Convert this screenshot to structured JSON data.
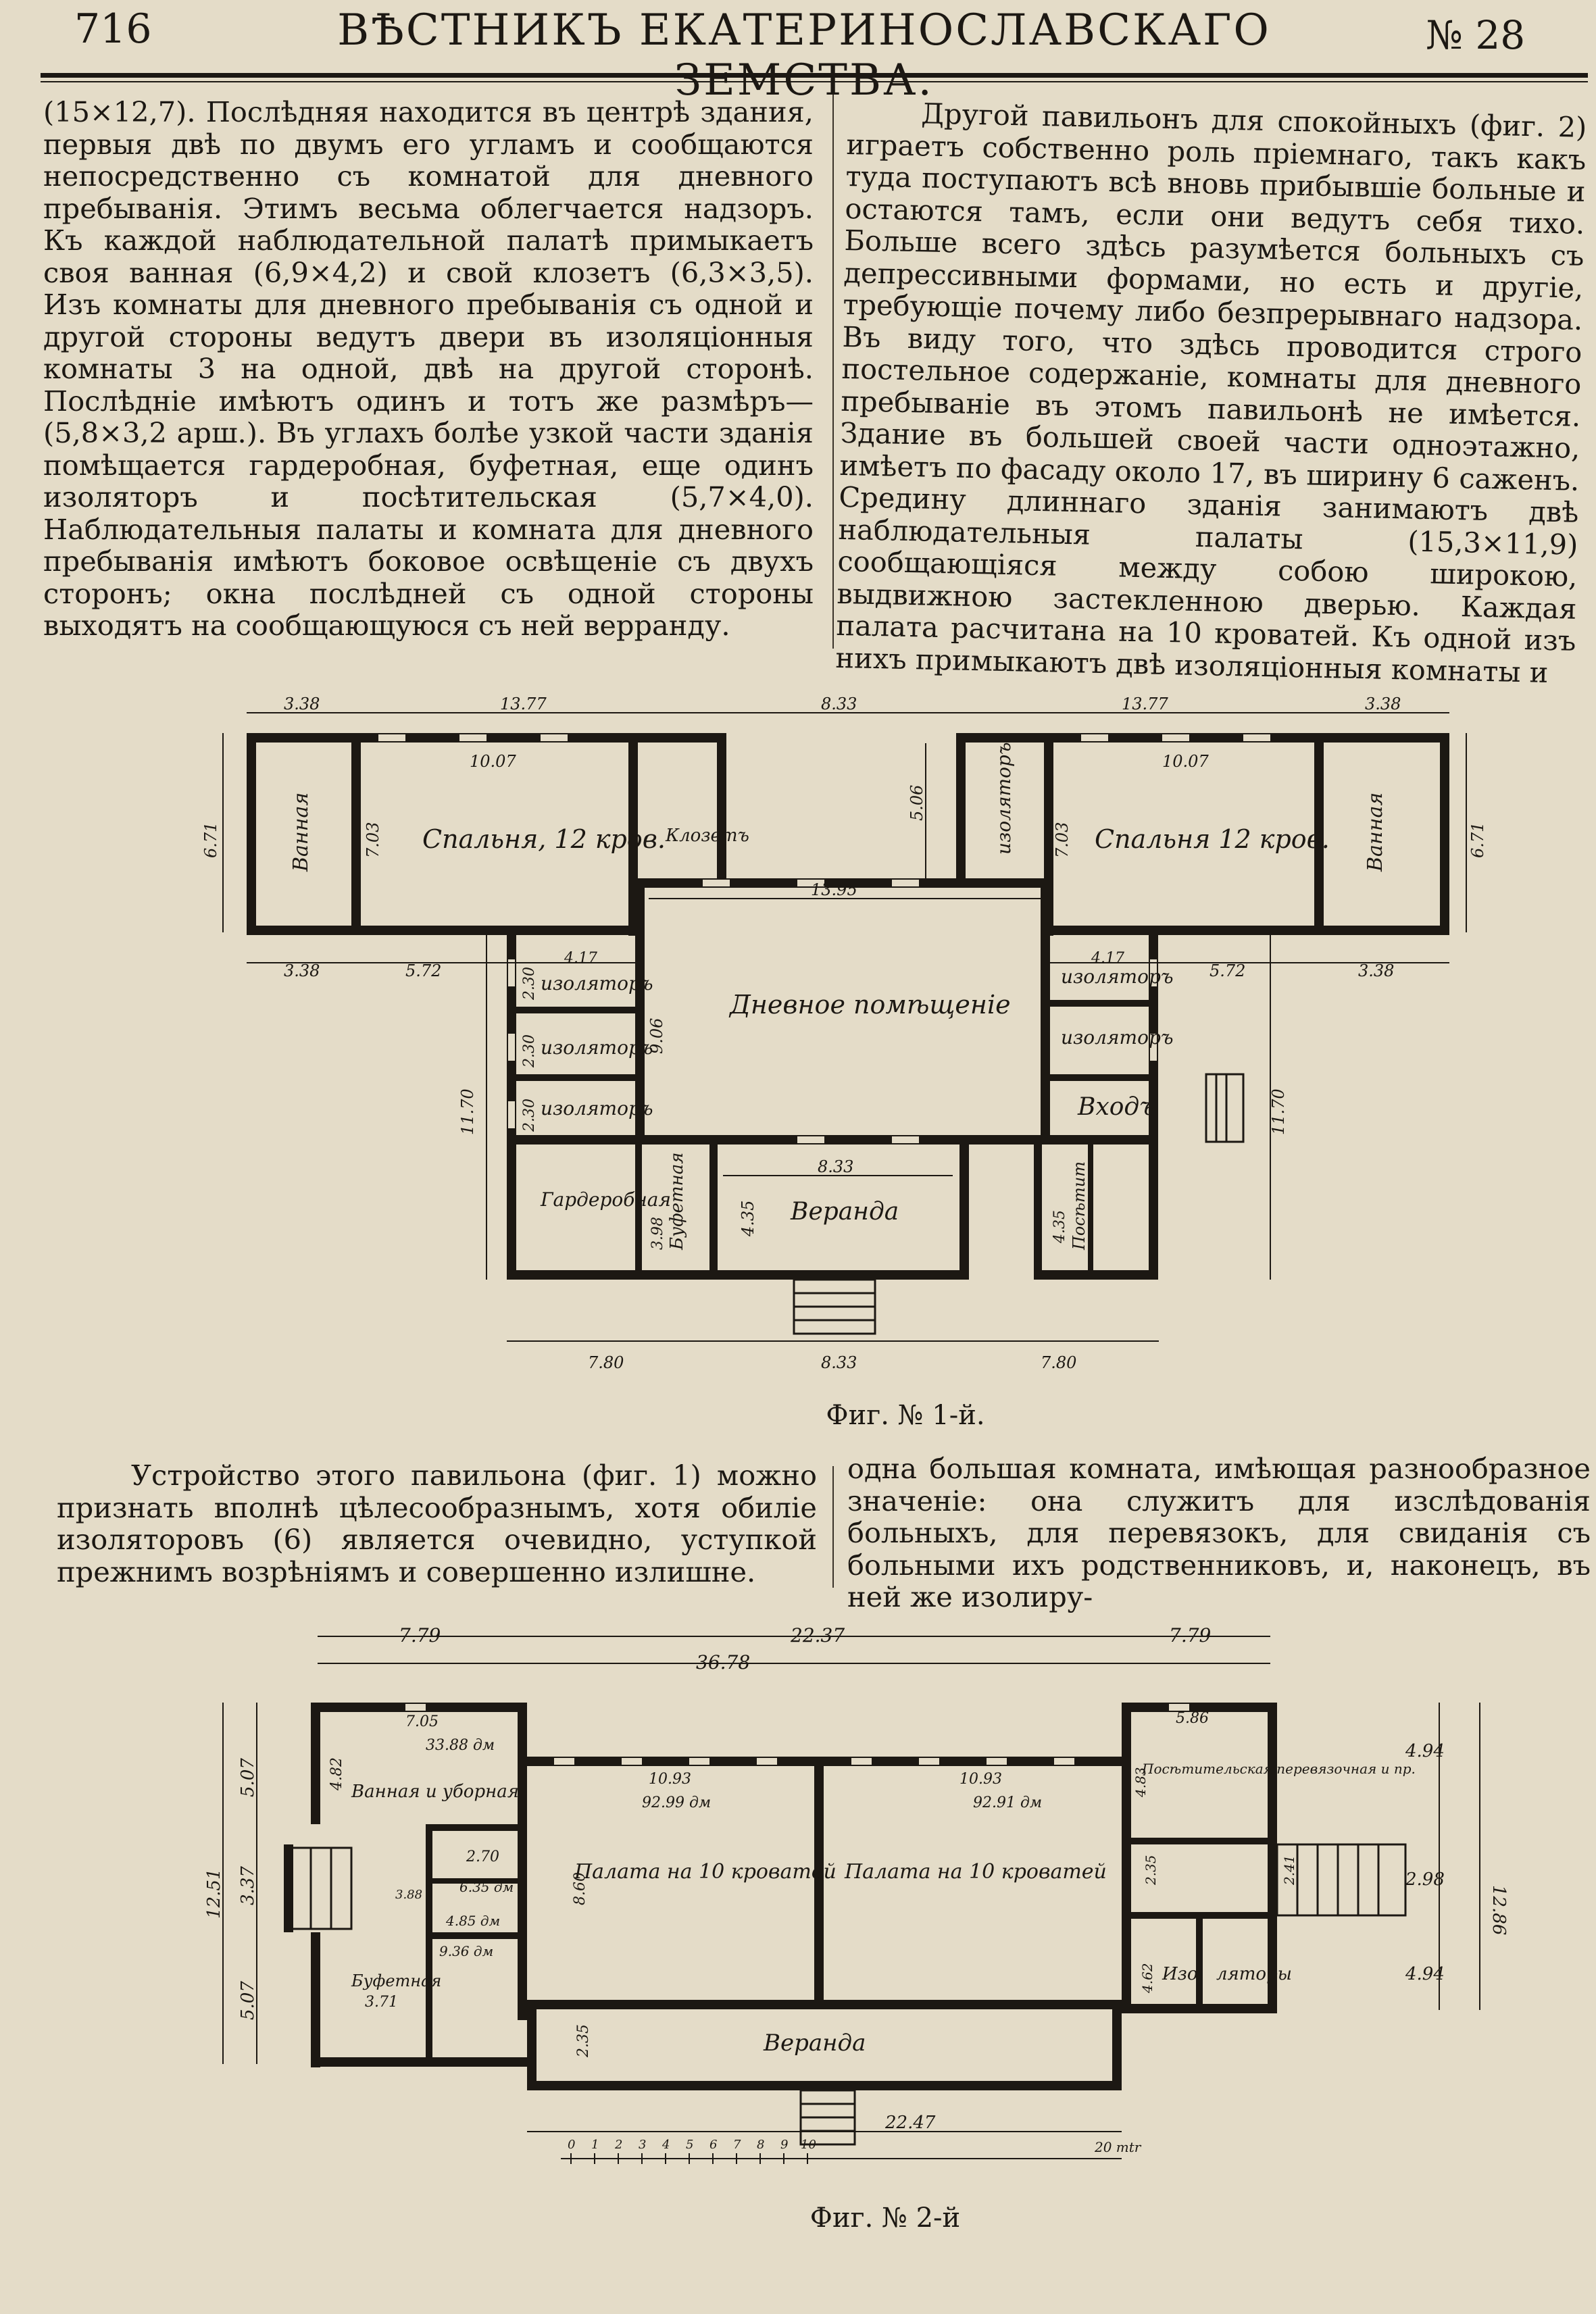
{
  "header": {
    "page_number": "716",
    "journal_title": "ВѢСТНИКЪ ЕКАТЕРИНОСЛАВСКАГО ЗЕМСТВА.",
    "issue": "№ 28"
  },
  "top_left_column": [
    "(15×12,7). Послѣдняя находится въ центрѣ здания, первыя двѣ по двумъ его угламъ и сообщаются непосредственно съ комнатой для дневного пребыванія. Этимъ весьма облегчается надзоръ. Къ каждой наблюдательной палатѣ примыкаетъ своя ванная (6,9×4,2) и свой клозетъ (6,3×3,5). Изъ комнаты для дневного пребыванія съ одной и другой стороны ведутъ двери въ изоляціонныя комнаты 3 на одной, двѣ на другой сторонѣ. Послѣдніе имѣютъ одинъ и тотъ же размѣръ— (5,8×3,2 арш.). Въ углахъ болѣе узкой части зданія помѣщается гардеробная, буфетная, еще одинъ изоляторъ и посѣтительская (5,7×4,0). Наблюдательныя палаты и комната для дневного пребыванія имѣютъ боковое освѣщеніе съ двухъ сторонъ; окна послѣдней съ одной стороны выходятъ на сообщающуюся съ ней верранду."
  ],
  "top_right_column": [
    "Другой павильонъ для спокойныхъ (фиг. 2) играетъ собственно роль пріемнаго, такъ какъ туда поступаютъ всѣ вновь прибывшіе больные и остаются тамъ, если они ведутъ себя тихо. Больше всего здѣсь разумѣется больныхъ съ депрессивными формами, но есть и другіе, требующіе почему либо безпрерывнаго надзора. Въ виду того, что здѣсь проводится строго постельное содержаніе, комнаты для дневного пребываніе въ этомъ павильонѣ не имѣется. Здание въ большей своей части одноэтажно, имѣетъ по фасаду около 17, въ ширину 6 саженъ. Средину длиннаго зданія занимаютъ двѣ наблюдательныя палаты (15,3×11,9) сообщающіяся между собою широкою, выдвижною застекленною дверью. Каждая палата расчитана на 10 кроватей. Къ одной изъ нихъ примыкаютъ двѣ изоляціонныя комнаты и"
  ],
  "figure1": {
    "caption": "Фиг. № 1-й.",
    "rooms": {
      "bedroom_left": "Спальня, 12 кров.",
      "bedroom_right": "Спальня 12 кров.",
      "bath_left": "Ванная",
      "bath_right": "Ванная",
      "closet": "Клозетъ",
      "day_room": "Дневное помѣщеніе",
      "iso_1": "изоляторъ",
      "iso_2": "изоляторъ",
      "iso_3": "изоляторъ",
      "iso_4": "изоляторъ",
      "iso_5": "изоляторъ",
      "iso_6": "изоляторъ",
      "entrance": "Входъ",
      "wardrobe": "Гардеробная",
      "buffet": "Буфетная",
      "veranda": "Веранда",
      "visitor": "Посѣтит"
    },
    "dims": {
      "d_338a": "3.38",
      "d_1377a": "13.77",
      "d_833top": "8.33",
      "d_1377b": "13.77",
      "d_338b": "3.38",
      "d_1007a": "10.07",
      "d_1007b": "10.07",
      "d_671a": "6.71",
      "d_671b": "6.71",
      "d_703a": "7.03",
      "d_703b": "7.03",
      "d_506": "5.06",
      "d_1395": "13.95",
      "d_572a": "5.72",
      "d_572b": "5.72",
      "d_338c": "3.38",
      "d_338d": "3.38",
      "d_417a": "4.17",
      "d_417b": "4.17",
      "d_906": "9.06",
      "d_1170a": "11.70",
      "d_1170b": "11.70",
      "d_833mid": "8.33",
      "d_435": "4.35",
      "d_780a": "7.80",
      "d_833bot": "8.33",
      "d_780b": "7.80",
      "d_435b": "4.35",
      "d_230a": "2.30",
      "d_230b": "2.30",
      "d_230c": "2.30",
      "d_398": "3.98"
    }
  },
  "middle_left_column": [
    "Устройство этого павильона (фиг. 1) можно признать вполнѣ цѣлесообразнымъ, хотя обиліе изоляторовъ (6) является очевидно, уступкой прежнимъ возрѣніямъ и совершенно излишне."
  ],
  "middle_right_column": [
    "одна большая комната, имѣющая разнообразное значеніе: она служитъ для изслѣдованія больныхъ, для перевязокъ, для свиданія съ больными ихъ родственниковъ, и, наконецъ, въ ней же изолиру-"
  ],
  "figure2": {
    "caption": "Фиг. № 2-й",
    "rooms": {
      "bath_wc": "Ванная и уборная",
      "ward_left": "Палата на 10 кроватей",
      "ward_right": "Палата на 10 кроватей",
      "visitor_room": "Посѣтительская перевязочная и пр.",
      "buffet": "Буфетная",
      "isolator_a": "Изо",
      "isolator_b": "ляторы",
      "veranda": "Веранда"
    },
    "dims": {
      "d_779a": "7.79",
      "d_2237": "22.37",
      "d_779b": "7.79",
      "d_3678": "36.78",
      "d_507a": "5.07",
      "d_337": "3.37",
      "d_507b": "5.07",
      "d_1251": "12.51",
      "d_705": "7.05",
      "d_3388": "33.88 дм",
      "d_1093a": "10.93",
      "d_1093b": "10.93",
      "d_9299": "92.99 дм",
      "d_9291": "92.91 дм",
      "d_860": "8.60",
      "d_586": "5.86",
      "d_494a": "4.94",
      "d_298": "2.98",
      "d_494b": "4.94",
      "d_1286": "12.86",
      "d_270": "2.70",
      "d_635": "6.35 дм",
      "d_485": "4.85 дм",
      "d_936": "9.36 дм",
      "d_235": "2.35",
      "d_2247": "22.47",
      "d_462": "4.62",
      "d_241": "2.41",
      "d_483": "4.83",
      "d_482": "4.82",
      "d_371": "3.71",
      "d_388": "3.88",
      "scale_end": "20 mtr",
      "scale_ticks": [
        "0",
        "1",
        "2",
        "3",
        "4",
        "5",
        "6",
        "7",
        "8",
        "9",
        "10"
      ]
    }
  }
}
